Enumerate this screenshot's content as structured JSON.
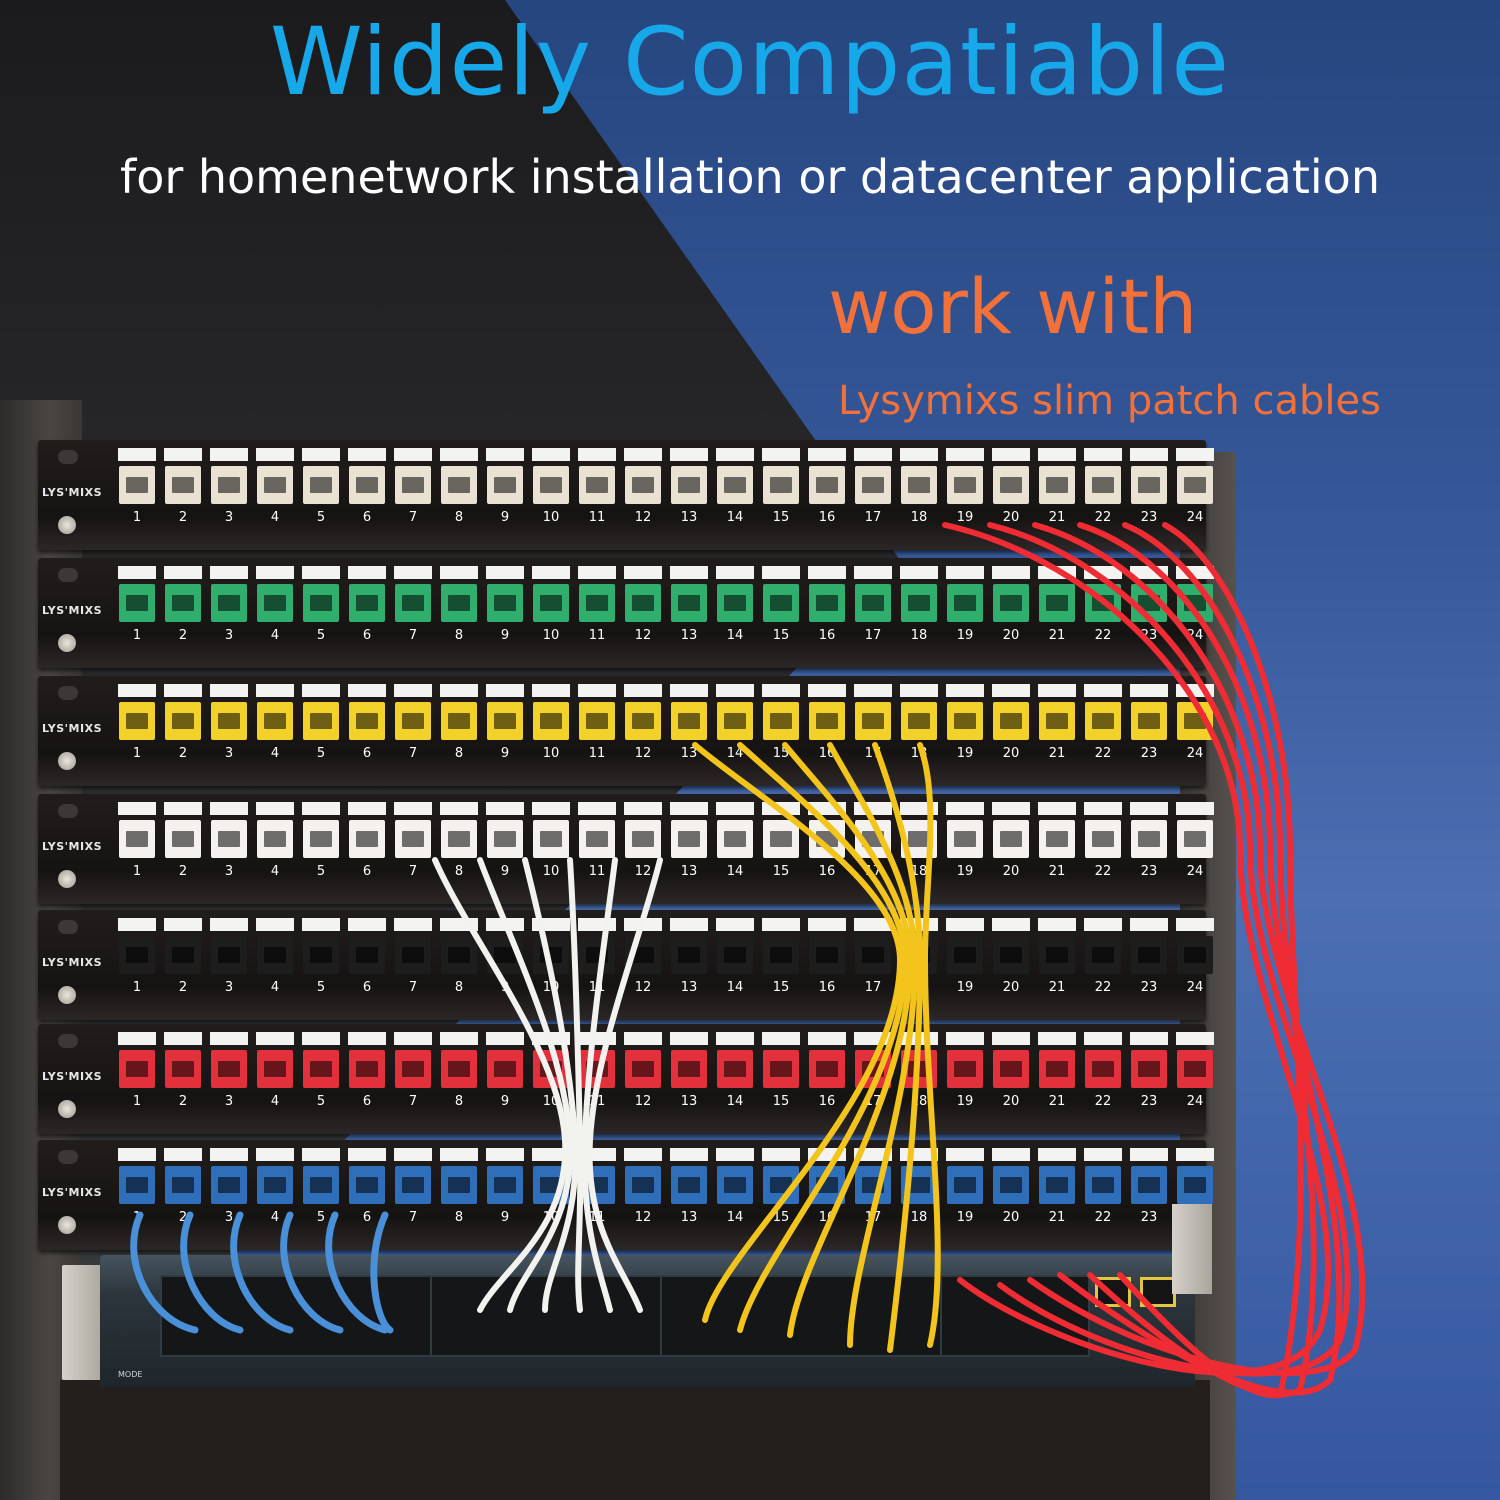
{
  "headline": {
    "title": "Widely Compatiable",
    "subtitle": "for homenetwork installation or datacenter application"
  },
  "callout": {
    "title": "work with",
    "subtitle": "Lysymixs slim patch cables"
  },
  "colors": {
    "title": "#17a8ea",
    "subtitle": "#ffffff",
    "callout": "#f2713a",
    "background_left": "#1f1f21",
    "background_right": "#35589a"
  },
  "rack": {
    "brand": "LYS'MIXS",
    "panels": [
      {
        "jack_color": "black-on-white",
        "jack_hex": "#e9e2d2",
        "ports": 24
      },
      {
        "jack_color": "green",
        "jack_hex": "#2fae6d",
        "ports": 24
      },
      {
        "jack_color": "yellow",
        "jack_hex": "#f1d12a",
        "ports": 24
      },
      {
        "jack_color": "white",
        "jack_hex": "#f4f1ee",
        "ports": 24
      },
      {
        "jack_color": "black",
        "jack_hex": "#1d1d1d",
        "ports": 24
      },
      {
        "jack_color": "red",
        "jack_hex": "#e2303c",
        "ports": 24
      },
      {
        "jack_color": "blue",
        "jack_hex": "#2f6eb8",
        "ports": 24
      }
    ],
    "port_numbers": [
      "1",
      "2",
      "3",
      "4",
      "5",
      "6",
      "7",
      "8",
      "9",
      "10",
      "11",
      "12",
      "13",
      "14",
      "15",
      "16",
      "17",
      "18",
      "19",
      "20",
      "21",
      "22",
      "23",
      "24"
    ],
    "switch": {
      "mode_label": "MODE"
    }
  },
  "cables": [
    {
      "color": "blue",
      "hex": "#4a90d9"
    },
    {
      "color": "white",
      "hex": "#f2f2ef"
    },
    {
      "color": "yellow",
      "hex": "#f2c41c"
    },
    {
      "color": "red",
      "hex": "#ef2b34"
    }
  ]
}
